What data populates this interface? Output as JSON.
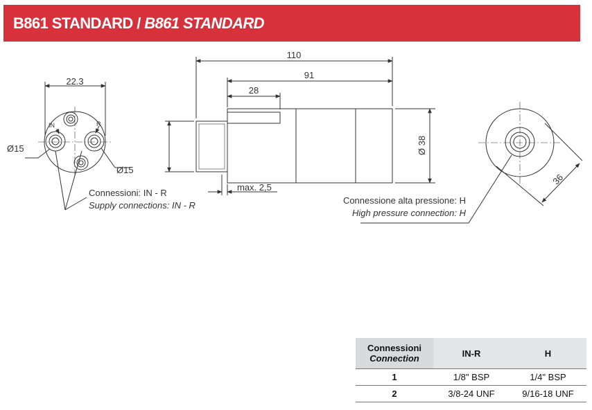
{
  "header": {
    "title": "B861 STANDARD / ",
    "title_italic": "B861 STANDARD",
    "color": "#d7323c"
  },
  "drawing": {
    "left_view": {
      "dim_top": "22.3",
      "dim_left": "Ø15",
      "dim_right": "Ø15",
      "label_in": "IN",
      "label_r": "R",
      "caption_1": "Connessioni: IN - R",
      "caption_2": "Supply connections: IN - R"
    },
    "side_view": {
      "dim_total": "110",
      "dim_body": "91",
      "dim_slot": "28",
      "dim_diameter": "Ø 38",
      "dim_max": "max. 2,5"
    },
    "right_view": {
      "dim_width": "36",
      "caption_1": "Connessione alta pressione: H",
      "caption_2": "High pressure connection: H"
    }
  },
  "table": {
    "headers": {
      "connection_it": "Connessioni",
      "connection_en": "Connection",
      "in_r": "IN-R",
      "h": "H"
    },
    "rows": [
      {
        "id": "1",
        "in_r": "1/8\" BSP",
        "h": "1/4\" BSP"
      },
      {
        "id": "2",
        "in_r": "3/8-24 UNF",
        "h": "9/16-18 UNF"
      }
    ]
  }
}
